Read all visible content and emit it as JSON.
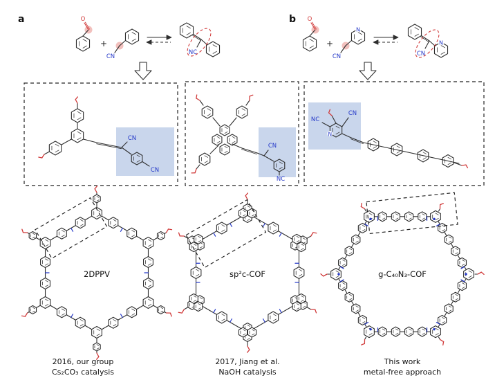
{
  "figure": {
    "panel_a": "a",
    "panel_b": "b"
  },
  "reaction_a": {
    "plus": "+",
    "aldehyde_oxygen": "O",
    "nitrile_label": "CN",
    "product_nitrile_label": "NC"
  },
  "reaction_b": {
    "plus": "+",
    "aldehyde_oxygen": "O",
    "pyridine_nitrogen": "N",
    "nitrile_label": "CN",
    "product_nitrile_label": "CN",
    "product_pyridine_nitrogen": "N"
  },
  "monomers": {
    "monomer1": {
      "cn_top": "CN",
      "cn_bottom": "CN"
    },
    "monomer2": {
      "cn_top": "CN",
      "nc_bottom": "NC"
    },
    "monomer3": {
      "nc_left": "NC",
      "cn_right": "CN",
      "pyridine_nitrogen": "N"
    }
  },
  "frameworks": [
    {
      "name": "2DPPV",
      "line1": "2016, our group",
      "line2": "Cs₂CO₃ catalysis"
    },
    {
      "name": "sp²c-COF",
      "line1": "2017, Jiang et al.",
      "line2": "NaOH catalysis"
    },
    {
      "name": "g-C₄₀N₃-COF",
      "line1": "This work",
      "line2": "metal-free approach"
    }
  ],
  "colors": {
    "bond": "#2e2e2e",
    "red": "#d13b3b",
    "blue": "#2438c8",
    "highlight_fill": "#c9d6ec",
    "reactive_site_fill": "#efb0ac"
  }
}
